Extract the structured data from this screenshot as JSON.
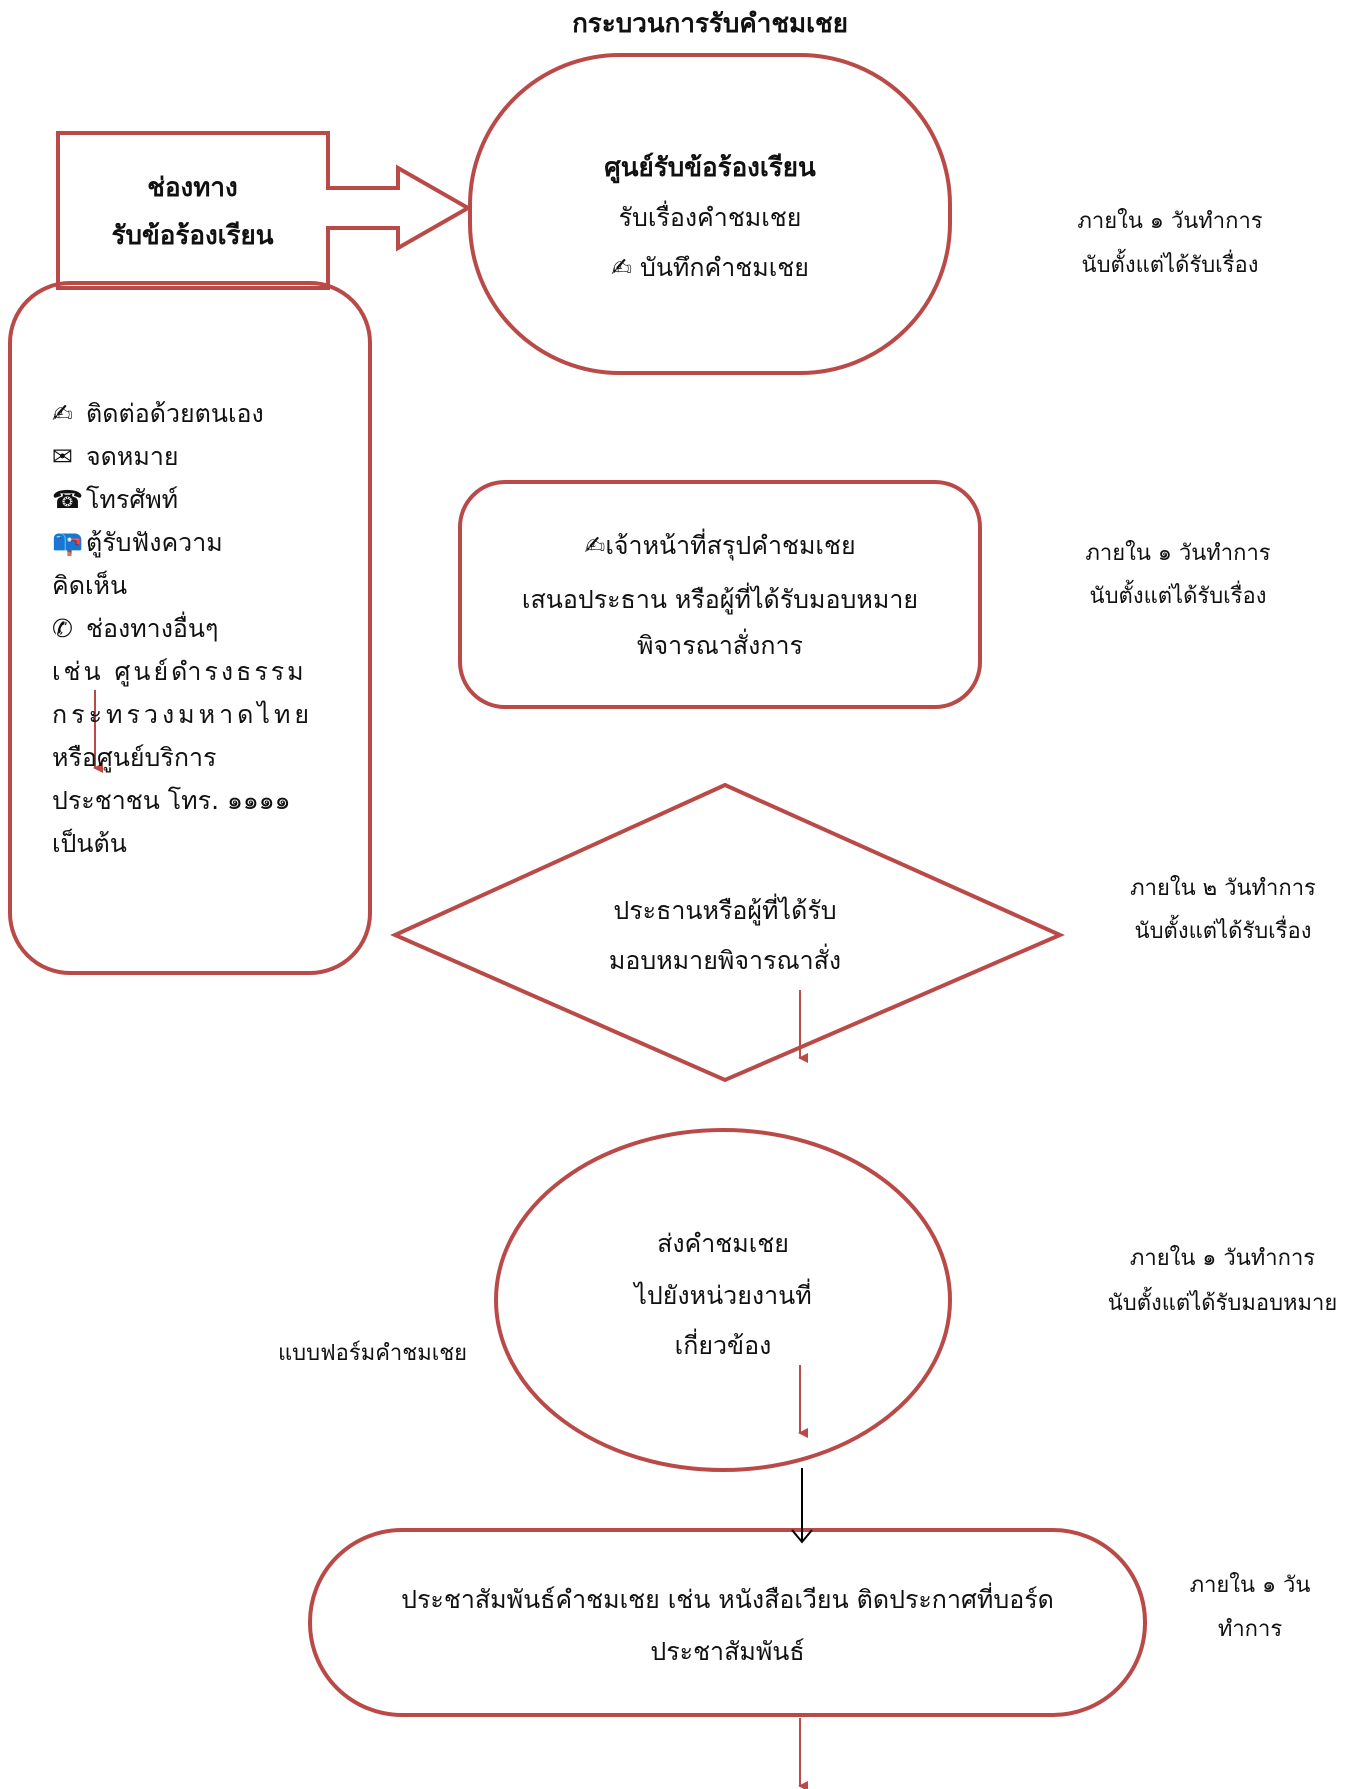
{
  "title": "กระบวนการรับคำชมเชย",
  "channel_box": {
    "line1": "ช่องทาง",
    "line2": "รับข้อร้องเรียน"
  },
  "center_box": {
    "title": "ศูนย์รับข้อร้องเรียน",
    "line1": "รับเรื่องคำชมเชย",
    "line2": "บันทึกคำชมเชย"
  },
  "channels": {
    "items": [
      {
        "icon": "writing-hand-icon",
        "glyph": "✍",
        "label": "ติดต่อด้วยตนเอง"
      },
      {
        "icon": "letter-icon",
        "glyph": "✉",
        "label": "จดหมาย"
      },
      {
        "icon": "telephone-icon",
        "glyph": "☎",
        "label": "โทรศัพท์"
      },
      {
        "icon": "mailbox-icon",
        "glyph": "📪",
        "label": "ตู้รับฟังความ"
      }
    ],
    "wrap1": "คิดเห็น",
    "other": {
      "icon": "phone-receiver-icon",
      "glyph": "✆",
      "label": "ช่องทางอื่นๆ"
    },
    "desc": [
      "เช่น ศูนย์ดำรงธรรม",
      "กระทรวงมหาดไทย",
      "หรือศูนย์บริการ",
      "ประชาชน โทร. ๑๑๑๑",
      "เป็นต้น"
    ]
  },
  "officer_box": {
    "line1": "เจ้าหน้าที่สรุปคำชมเชย",
    "line2": "เสนอประธาน หรือผู้ที่ได้รับมอบหมาย",
    "line3": "พิจารณาสั่งการ"
  },
  "decision": {
    "line1": "ประธานหรือผู้ที่ได้รับ",
    "line2": "มอบหมายพิจารณาสั่ง"
  },
  "send_box": {
    "line1": "ส่งคำชมเชย",
    "line2": "ไปยังหน่วยงานที่",
    "line3": "เกี่ยวข้อง"
  },
  "form_label": "แบบฟอร์มคำชมเชย",
  "pr_box": {
    "line1": "ประชาสัมพันธ์คำชมเชย เช่น หนังสือเวียน ติดประกาศที่บอร์ด",
    "line2": "ประชาสัมพันธ์"
  },
  "timings": {
    "t1": {
      "line1": "ภายใน ๑ วันทำการ",
      "line2": "นับตั้งแต่ได้รับเรื่อง"
    },
    "t2": {
      "line1": "ภายใน ๑ วันทำการ",
      "line2": "นับตั้งแต่ได้รับเรื่อง"
    },
    "t3": {
      "line1": "ภายใน ๒ วันทำการ",
      "line2": "นับตั้งแต่ได้รับเรื่อง"
    },
    "t4": {
      "line1": "ภายใน ๑ วันทำการ",
      "line2": "นับตั้งแต่ได้รับมอบหมาย"
    },
    "t5": {
      "line1": "ภายใน ๑ วัน",
      "line2": "ทำการ"
    }
  },
  "colors": {
    "shape_stroke": "#b94a48",
    "text": "#111111",
    "black_arrow": "#000000"
  }
}
